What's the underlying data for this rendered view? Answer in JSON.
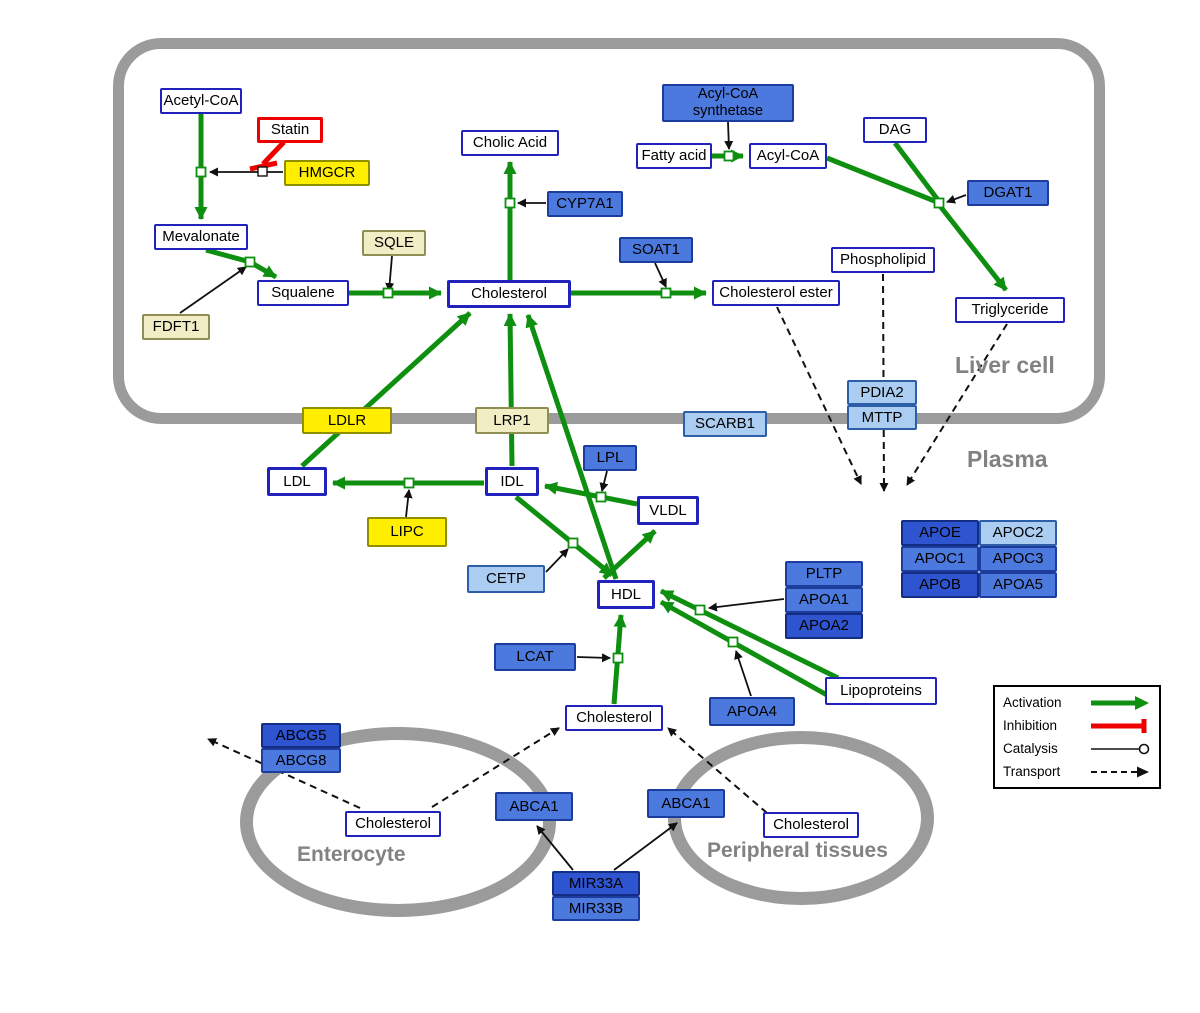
{
  "regions": {
    "liver_cell": "Liver cell",
    "plasma": "Plasma",
    "enterocyte": "Enterocyte",
    "peripheral_tissues": "Peripheral tissues"
  },
  "nodes": {
    "acetyl_coa": "Acetyl-CoA",
    "statin": "Statin",
    "hmgcr": "HMGCR",
    "mevalonate": "Mevalonate",
    "sqle": "SQLE",
    "fdft1": "FDFT1",
    "squalene": "Squalene",
    "cholesterol_liver": "Cholesterol",
    "cholic_acid": "Cholic Acid",
    "cyp7a1": "CYP7A1",
    "soat1": "SOAT1",
    "acyl_coa_synthetase": "Acyl-CoA synthetase",
    "fatty_acid": "Fatty acid",
    "acyl_coa": "Acyl-CoA",
    "dag": "DAG",
    "dgat1": "DGAT1",
    "phospholipid": "Phospholipid",
    "cholesterol_ester": "Cholesterol ester",
    "triglyceride": "Triglyceride",
    "pdia2": "PDIA2",
    "mttp": "MTTP",
    "ldlr": "LDLR",
    "lrp1": "LRP1",
    "scarb1": "SCARB1",
    "ldl": "LDL",
    "idl": "IDL",
    "lpl": "LPL",
    "vldl": "VLDL",
    "lipc": "LIPC",
    "cetp": "CETP",
    "hdl": "HDL",
    "pltp": "PLTP",
    "apoa1": "APOA1",
    "apoa2": "APOA2",
    "apoe": "APOE",
    "apoc2": "APOC2",
    "apoc1": "APOC1",
    "apoc3": "APOC3",
    "apob": "APOB",
    "apoa5": "APOA5",
    "lcat": "LCAT",
    "apoa4": "APOA4",
    "lipoproteins": "Lipoproteins",
    "cholesterol_plasma": "Cholesterol",
    "abcg5": "ABCG5",
    "abcg8": "ABCG8",
    "cholesterol_enterocyte": "Cholesterol",
    "abca1_enterocyte": "ABCA1",
    "abca1_peripheral": "ABCA1",
    "cholesterol_peripheral": "Cholesterol",
    "mir33a": "MIR33A",
    "mir33b": "MIR33B"
  },
  "legend": {
    "activation": "Activation",
    "inhibition": "Inhibition",
    "catalysis": "Catalysis",
    "transport": "Transport"
  },
  "colors": {
    "activation_green": "#0f8f0f",
    "inhibition_red": "#ee0000",
    "membrane_gray": "#9b9b9b",
    "metabolite_border_blue": "#2121bd",
    "enzyme_blue": "#4b79dd",
    "enzyme_blue_light": "#abcdf1",
    "enzyme_blue_dark": "#2e54d0",
    "enzyme_yellow": "#ffee00",
    "enzyme_cream": "#f1eec6"
  }
}
